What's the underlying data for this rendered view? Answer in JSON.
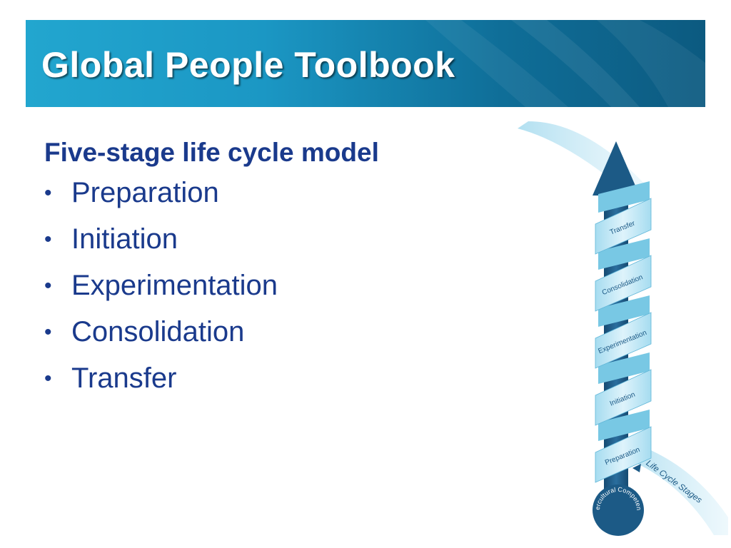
{
  "header": {
    "title": "Global People Toolbook"
  },
  "content": {
    "heading": "Five-stage life cycle model",
    "bullet_glyph": "•",
    "stages": [
      "Preparation",
      "Initiation",
      "Experimentation",
      "Consolidation",
      "Transfer"
    ]
  },
  "diagram": {
    "ribbon_labels": [
      "Transfer",
      "Consolidation",
      "Experimentation",
      "Initiation",
      "Preparation"
    ],
    "base_text": "Intercultural Competence",
    "side_label": "Life Cycle Stages",
    "colors": {
      "arrow": "#1c5a86",
      "ribbon_front": "#bfe6f4",
      "ribbon_back": "#7ccde8",
      "label": "#1c5a86",
      "banner": "#1b97c4"
    }
  }
}
